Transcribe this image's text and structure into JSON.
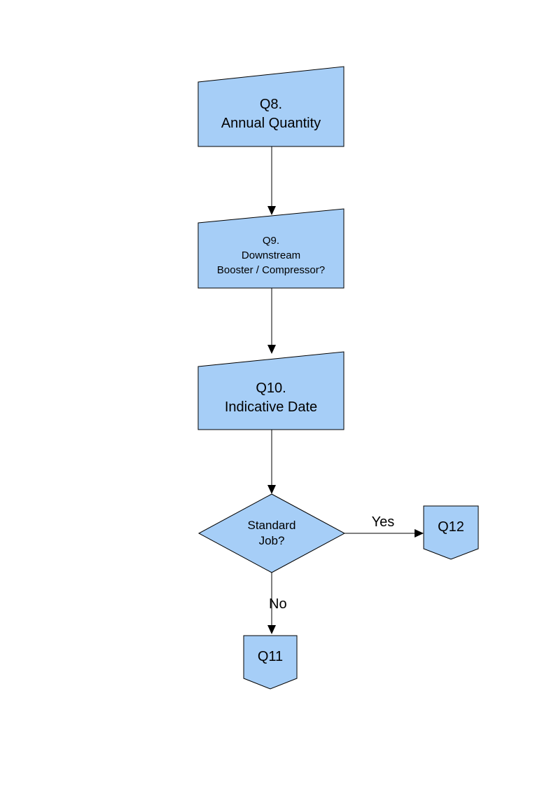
{
  "colors": {
    "node_fill": "#A6CEF7",
    "node_border": "#000000",
    "connector": "#000000",
    "text": "#000000",
    "background": "#FFFFFF"
  },
  "nodes": [
    {
      "id": "q8",
      "type": "manual-input",
      "label": "Q8.\nAnnual Quantity"
    },
    {
      "id": "q9",
      "type": "manual-input",
      "label": "Q9.\nDownstream\nBooster / Compressor?"
    },
    {
      "id": "q10",
      "type": "manual-input",
      "label": "Q10.\nIndicative Date"
    },
    {
      "id": "standard-job",
      "type": "decision",
      "label": "Standard\nJob?"
    },
    {
      "id": "q11",
      "type": "off-page-connector",
      "label": "Q11"
    },
    {
      "id": "q12",
      "type": "off-page-connector",
      "label": "Q12"
    }
  ],
  "edges": [
    {
      "from": "q8",
      "to": "q9",
      "label": ""
    },
    {
      "from": "q9",
      "to": "q10",
      "label": ""
    },
    {
      "from": "q10",
      "to": "standard-job",
      "label": ""
    },
    {
      "from": "standard-job",
      "to": "q12",
      "label": "Yes"
    },
    {
      "from": "standard-job",
      "to": "q11",
      "label": "No"
    }
  ]
}
